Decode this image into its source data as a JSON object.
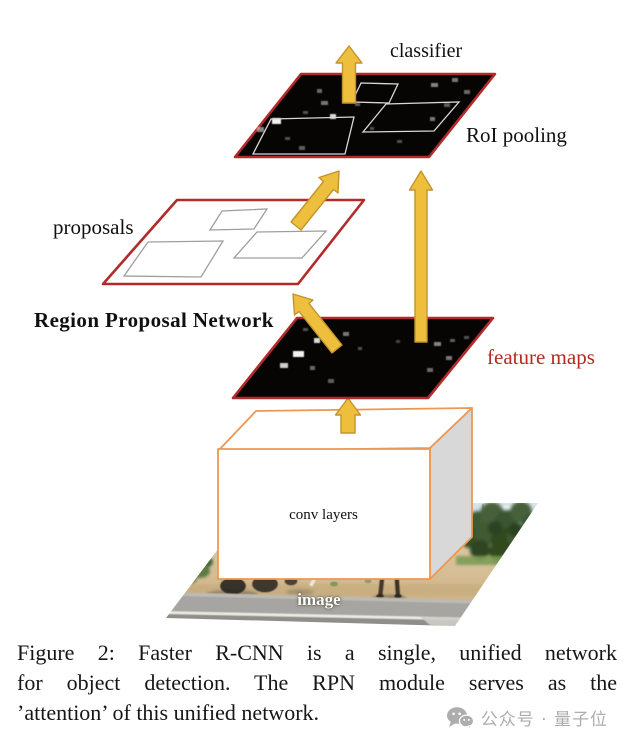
{
  "figure": {
    "labels": {
      "classifier": "classifier",
      "roi_pooling": "RoI pooling",
      "proposals": "proposals",
      "rpn": "Region Proposal Network",
      "feature_maps": "feature maps",
      "conv_layers": "conv layers",
      "image": "image"
    },
    "connections": [
      {
        "from": "image",
        "to": "conv layers"
      },
      {
        "from": "conv layers",
        "to": "feature maps"
      },
      {
        "from": "feature maps",
        "to": "Region Proposal Network / proposals"
      },
      {
        "from": "proposals",
        "to": "RoI pooling"
      },
      {
        "from": "feature maps",
        "to": "RoI pooling"
      },
      {
        "from": "RoI pooling",
        "to": "classifier"
      }
    ],
    "caption": {
      "lines": [
        "Figure 2: Faster R-CNN is a single, unified network",
        "for object detection. The RPN module serves as the",
        "’attention’ of this unified network."
      ]
    }
  },
  "watermark": {
    "icon": "wechat-chat-bubbles",
    "text": "公众号 · 量子位"
  },
  "colors": {
    "arrow_fill": "#EEBE3D",
    "arrow_stroke": "#C3942B",
    "plane_border": "#B32A2A",
    "feature_plane_fill": "#070404",
    "conv_box_border": "#EC9852",
    "conv_side_fill": "#D8D8D8",
    "roi_box_stroke": "#D8D8D8",
    "proposal_box_stroke": "#9E9E9E",
    "feature_maps_label": "#B5291E",
    "watermark": "#ADADAD"
  }
}
